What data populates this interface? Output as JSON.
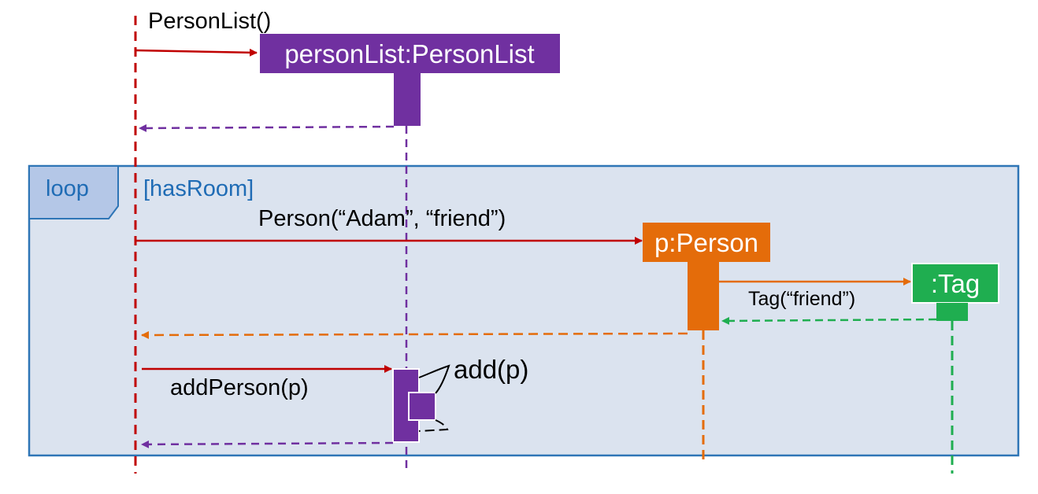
{
  "colors": {
    "red": "#c00000",
    "purple": "#7030a0",
    "orange": "#e46c0a",
    "green": "#1fae50",
    "loop_border": "#2e75b6",
    "loop_fill": "#dbe3ef",
    "loop_tab_fill": "#b4c7e7",
    "loop_text": "#1f6cb5"
  },
  "objects": {
    "person_list": "personList:PersonList",
    "person": "p:Person",
    "tag": ":Tag"
  },
  "messages": {
    "create_person_list": "PersonList()",
    "create_person": "Person(“Adam”, “friend”)",
    "create_tag": "Tag(“friend”)",
    "add_person": "addPerson(p)",
    "add_self": "add(p)"
  },
  "loop": {
    "label": "loop",
    "guard": "[hasRoom]"
  }
}
